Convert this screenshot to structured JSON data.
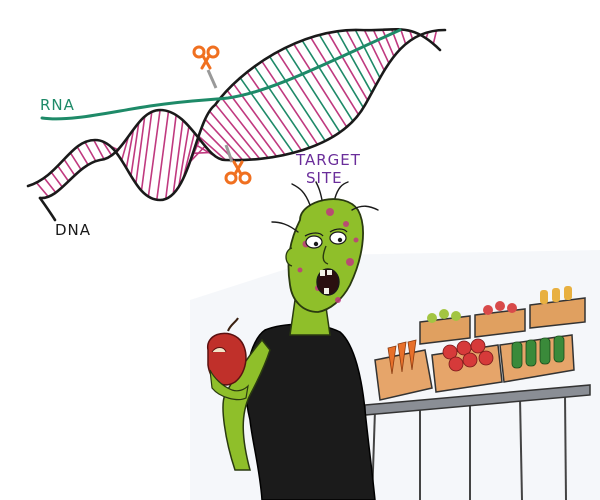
{
  "labels": {
    "rna": "RNA",
    "dna": "DNA",
    "target_line1": "TARGET",
    "target_line2": "SITE"
  },
  "colors": {
    "rna_strand": "#1e8a68",
    "dna_strand": "#1a1a1a",
    "dna_rungs": "#c0397f",
    "rna_rungs": "#1e8a68",
    "scissors": "#f07020",
    "target_label": "#6a2d9a",
    "zombie_skin": "#8fbf2a",
    "shirt": "#1b1b1b",
    "apple": "#c0302a",
    "crate": "#e0a060"
  },
  "icons": {
    "top_cut": "scissors-icon",
    "bottom_cut": "scissors-icon"
  }
}
